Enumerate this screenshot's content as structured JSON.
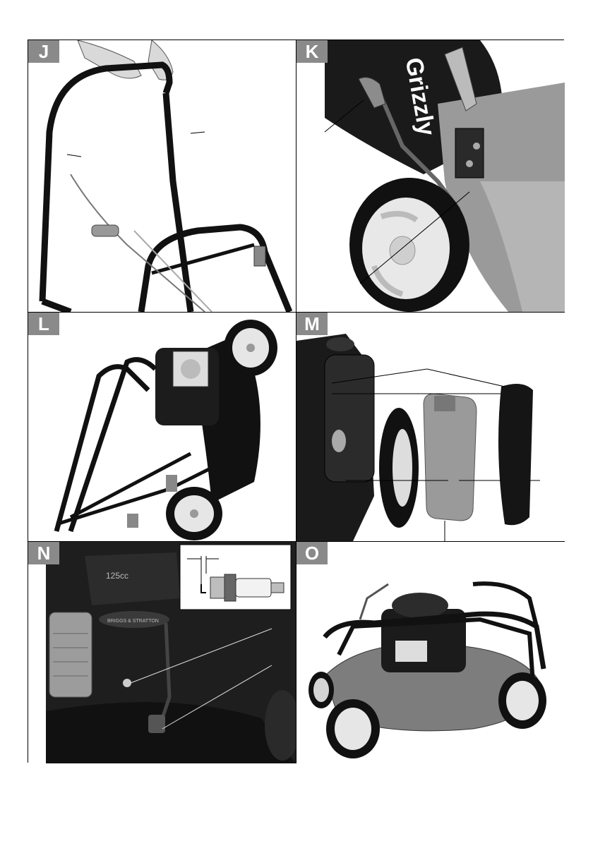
{
  "panels": {
    "j": {
      "label": "J"
    },
    "k": {
      "label": "K",
      "brand_text": "Grizzly"
    },
    "l": {
      "label": "L"
    },
    "m": {
      "label": "M"
    },
    "n": {
      "label": "N",
      "engine_text": "125cc",
      "maker_text": "BRIGGS & STRATTON"
    },
    "o": {
      "label": "O"
    }
  },
  "colors": {
    "badge": "#8a8a8a",
    "frame": "#000000",
    "deck": "#7d7d7d",
    "wheel": "#e6e6e6"
  }
}
